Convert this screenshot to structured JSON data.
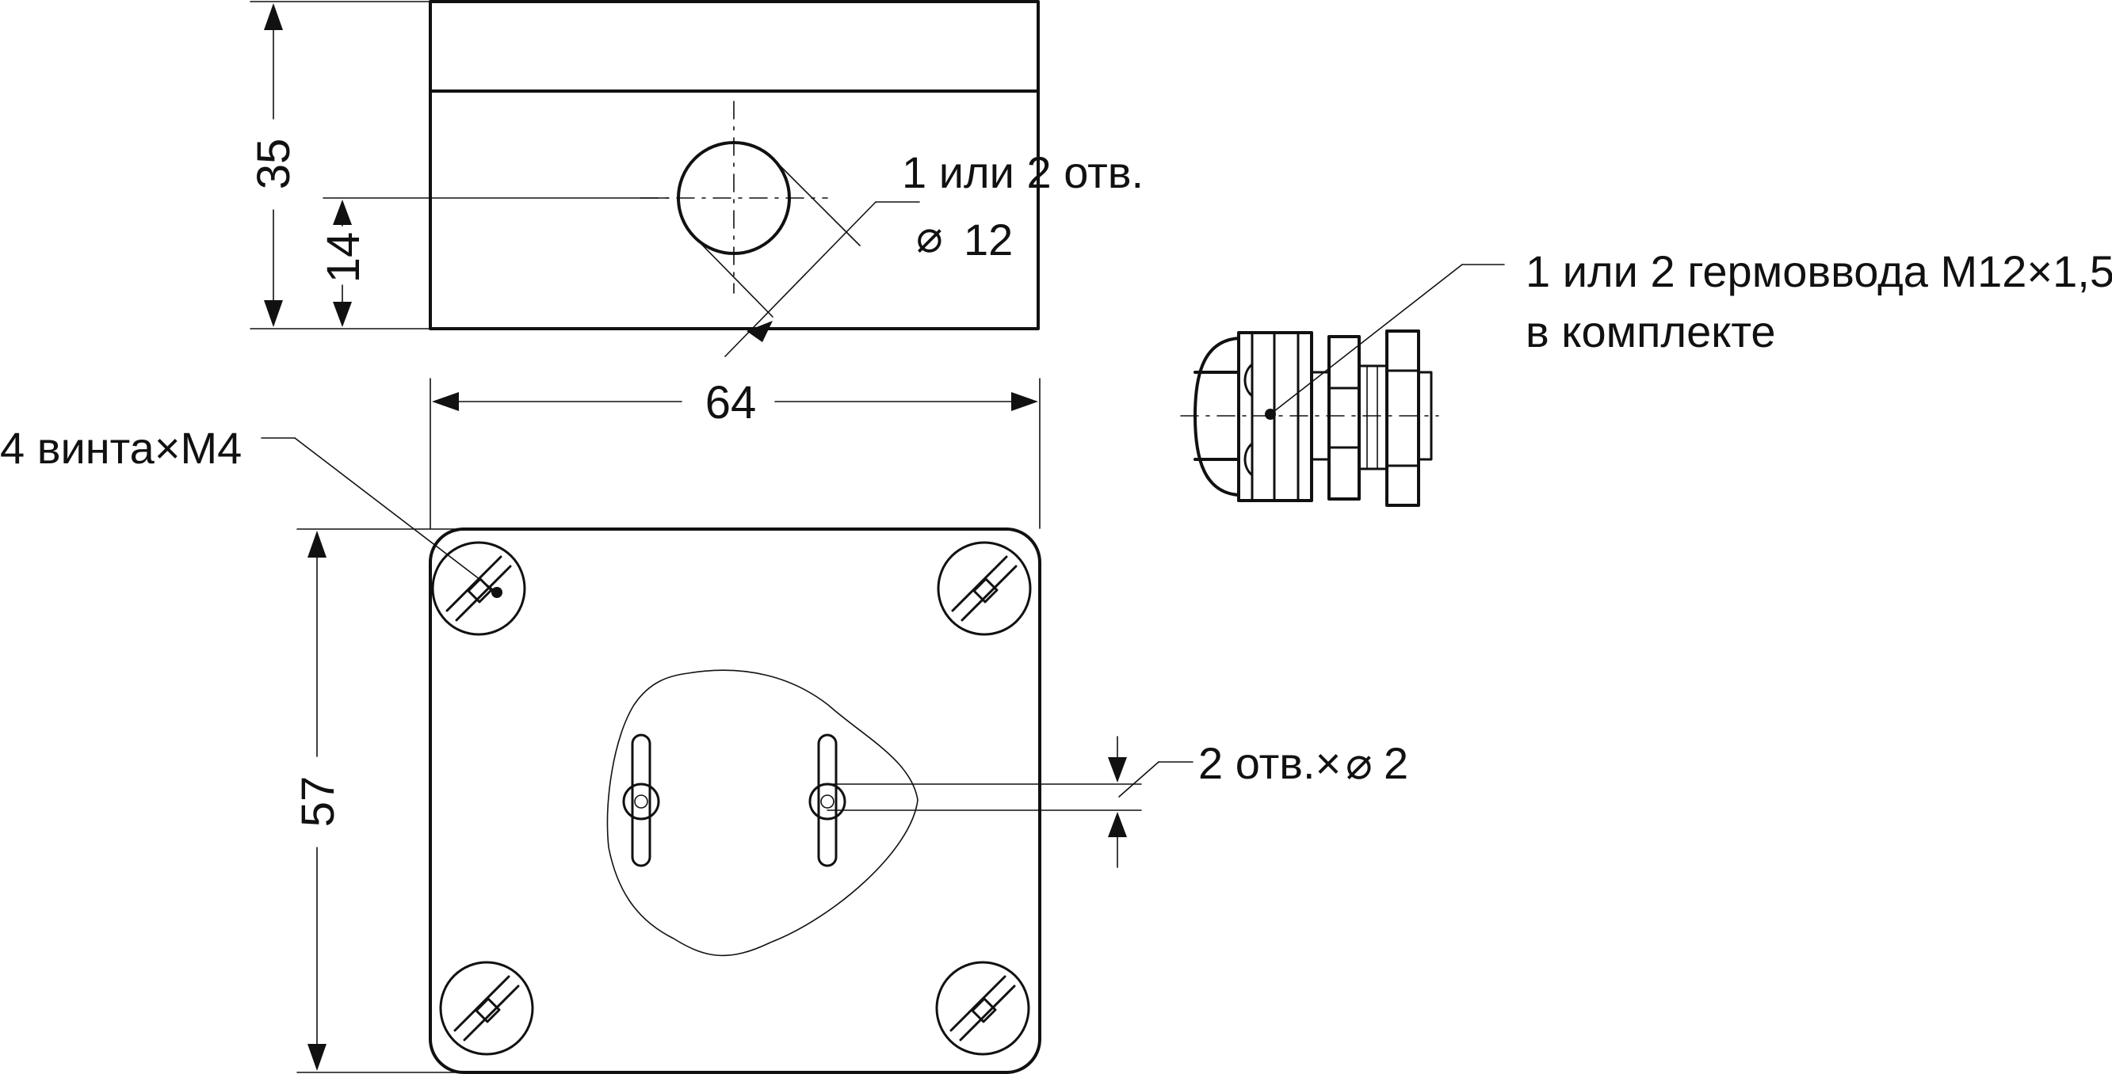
{
  "top_view": {
    "dim_height": "35",
    "dim_hole_height": "14",
    "hole_label_line1": "1 или 2 отв.",
    "hole_label_line2": "12",
    "diameter_symbol": "⌀"
  },
  "front_view": {
    "dim_width": "64",
    "dim_height": "57",
    "screws_label": "4 винта×M4",
    "holes_label": "2 отв.×",
    "holes_diameter_value": "2"
  },
  "gland": {
    "label_line1": "1 или 2 гермоввода M12×1,5",
    "label_line2": "в комплекте"
  }
}
